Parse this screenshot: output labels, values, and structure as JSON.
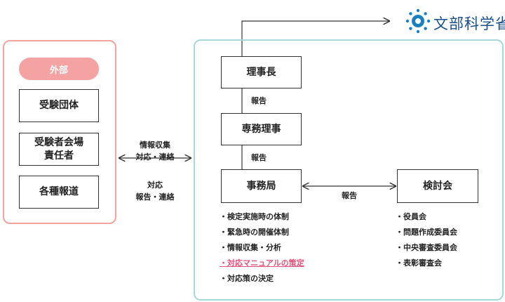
{
  "header": {
    "ministry_name": "文部科学省"
  },
  "external": {
    "title": "外部",
    "items": [
      "受験団体",
      "受験者会場\n責任者",
      "各種報道"
    ]
  },
  "middle_labels": {
    "top": "情報収集\n対応・連絡",
    "bottom": "対応\n報告・連絡"
  },
  "org": {
    "chair": "理事長",
    "executive": "専務理事",
    "office": "事務局",
    "committee": "検討会",
    "report_label_1": "報告",
    "report_label_2": "報告",
    "report_label_3": "報告"
  },
  "office_tasks": [
    "・検定実施時の体制",
    "・緊急時の開催体制",
    "・情報収集・分析",
    "・対応マニュアルの策定",
    "・対応策の決定"
  ],
  "highlighted_task_index": 3,
  "committee_tasks": [
    "・役員会",
    "・問題作成委員会",
    "・中央審査委員会",
    "・表彰審査会"
  ],
  "colors": {
    "external_border": "#f4a3a2",
    "internal_border": "#a8d7dc",
    "pill": "#f4a3a2",
    "highlight_text": "#e0527a",
    "ministry_logo": "#1a7fc0"
  }
}
